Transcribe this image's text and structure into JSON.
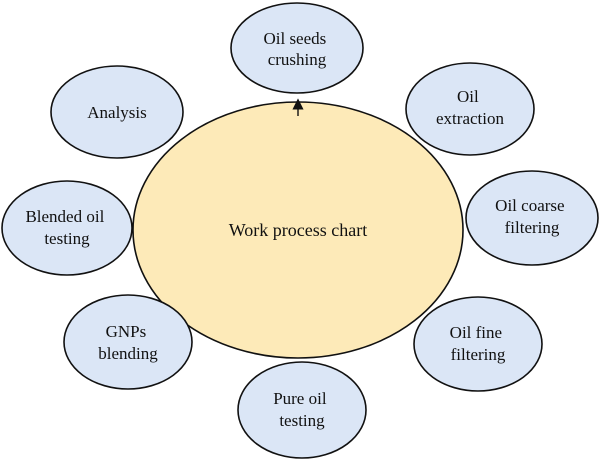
{
  "diagram": {
    "center": {
      "label": "Work process chart"
    },
    "nodes": [
      {
        "id": "oil-seeds-crushing",
        "lines": [
          "Oil seeds",
          "crushing"
        ]
      },
      {
        "id": "oil-extraction",
        "lines": [
          "Oil",
          "extraction"
        ]
      },
      {
        "id": "oil-coarse-filtering",
        "lines": [
          "Oil coarse",
          "filtering"
        ]
      },
      {
        "id": "oil-fine-filtering",
        "lines": [
          "Oil fine",
          "filtering"
        ]
      },
      {
        "id": "pure-oil-testing",
        "lines": [
          "Pure oil",
          "testing"
        ]
      },
      {
        "id": "gnps-blending",
        "lines": [
          "GNPs",
          "blending"
        ]
      },
      {
        "id": "blended-oil-testing",
        "lines": [
          "Blended oil",
          "testing"
        ]
      },
      {
        "id": "analysis",
        "lines": [
          "Analysis"
        ]
      }
    ],
    "colors": {
      "center_fill": "#fdeab8",
      "node_fill": "#dbe6f6",
      "stroke": "#111111"
    }
  }
}
